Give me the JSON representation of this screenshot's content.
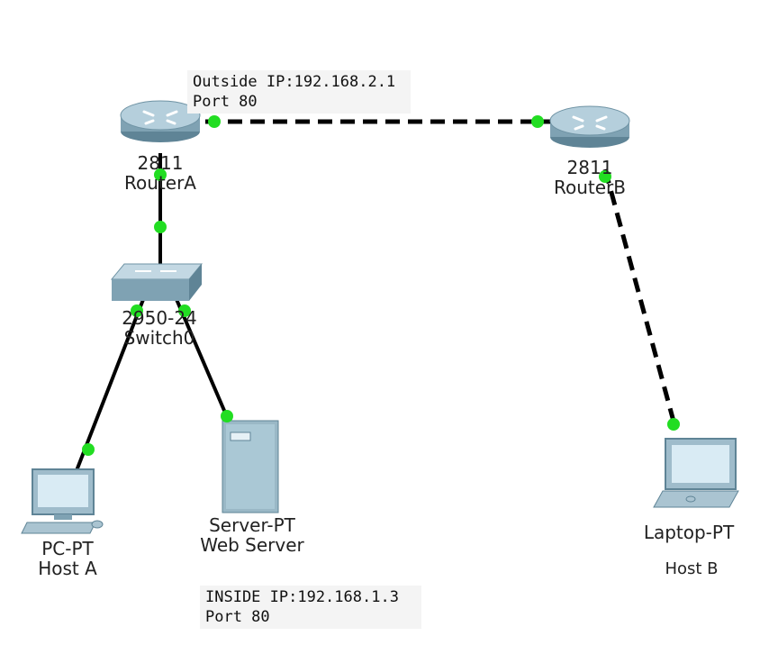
{
  "diagram": {
    "devices": {
      "router_a": {
        "model": "2811",
        "name": "RouterA"
      },
      "router_b": {
        "model": "2811",
        "name": "RouterB"
      },
      "switch0": {
        "model": "2950-24",
        "name": "Switch0"
      },
      "host_a": {
        "model": "PC-PT",
        "name": "Host A"
      },
      "web_server": {
        "model": "Server-PT",
        "name": "Web Server"
      },
      "host_b": {
        "model": "Laptop-PT",
        "name": "Host B"
      }
    },
    "notes": {
      "outside": {
        "ip": "Outside IP:192.168.2.1",
        "port": "Port 80"
      },
      "inside": {
        "ip": "INSIDE IP:192.168.1.3",
        "port": "Port 80"
      }
    },
    "colors": {
      "link": "#000000",
      "link_status": "#22dd22",
      "router_body": "#8fb3c4",
      "switch_body": "#7fa6b8",
      "device_body": "#9ab8c6"
    }
  }
}
